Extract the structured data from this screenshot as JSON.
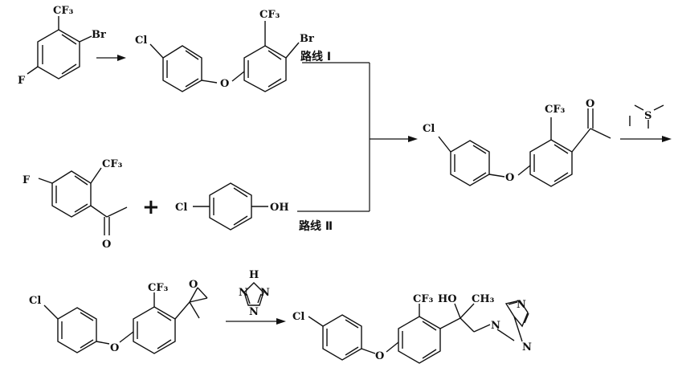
{
  "labels": {
    "cf3": "CF₃",
    "br": "Br",
    "f": "F",
    "cl": "Cl",
    "o": "O",
    "oh": "OH",
    "ho": "HO",
    "ch3": "CH₃",
    "n": "N",
    "h": "H",
    "s": "S",
    "plus": "+",
    "route_1": "路线 Ⅰ",
    "route_2": "路线 Ⅱ"
  }
}
